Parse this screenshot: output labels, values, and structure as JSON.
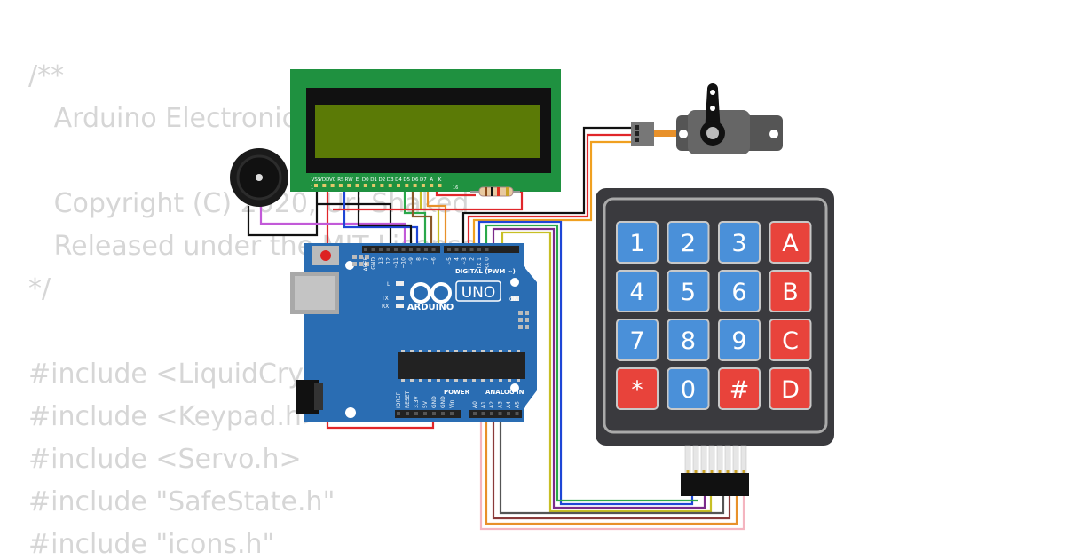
{
  "code": [
    {
      "text": "/**",
      "y": 0
    },
    {
      "text": "   Arduino Electronic Safe",
      "y": 1
    },
    {
      "text": "",
      "y": 2
    },
    {
      "text": "   Copyright (C) 2020, Uri Shaked",
      "y": 3
    },
    {
      "text": "   Released under the MIT License.",
      "y": 4
    },
    {
      "text": "*/",
      "y": 5
    },
    {
      "text": "",
      "y": 6
    },
    {
      "text": "#include <LiquidCrystal.h>",
      "y": 7
    },
    {
      "text": "#include <Keypad.h>",
      "y": 8
    },
    {
      "text": "#include <Servo.h>",
      "y": 9
    },
    {
      "text": "#include \"SafeState.h\"",
      "y": 10
    },
    {
      "text": "#include \"icons.h\"",
      "y": 11
    }
  ],
  "lcd": {
    "pins": [
      "VSS",
      "VDD",
      "V0",
      "RS",
      "RW",
      "E",
      "D0",
      "D1",
      "D2",
      "D3",
      "D4",
      "D5",
      "D6",
      "D7",
      "A",
      "K"
    ],
    "pin_first": "1",
    "pin_last": "16"
  },
  "arduino": {
    "brand": "ARDUINO",
    "model": "UNO",
    "digital_header": "DIGITAL (PWM ~)",
    "digital_pins": [
      "AREF",
      "GND",
      "13",
      "12",
      "~11",
      "~10",
      "~9",
      "8",
      "7",
      "~6",
      "~5",
      "4",
      "~3",
      "2",
      "TX 1",
      "RX 0"
    ],
    "power_header": "POWER",
    "analog_header": "ANALOG IN",
    "power_pins": [
      "IOREF",
      "RESET",
      "3.3V",
      "5V",
      "GND",
      "GND",
      "Vin"
    ],
    "analog_pins": [
      "A0",
      "A1",
      "A2",
      "A3",
      "A4",
      "A5"
    ],
    "led_labels": [
      "L",
      "TX",
      "RX"
    ],
    "on_label": "ON"
  },
  "keypad": {
    "keys": [
      {
        "label": "1",
        "kind": "digit"
      },
      {
        "label": "2",
        "kind": "digit"
      },
      {
        "label": "3",
        "kind": "digit"
      },
      {
        "label": "A",
        "kind": "letter"
      },
      {
        "label": "4",
        "kind": "digit"
      },
      {
        "label": "5",
        "kind": "digit"
      },
      {
        "label": "6",
        "kind": "digit"
      },
      {
        "label": "B",
        "kind": "letter"
      },
      {
        "label": "7",
        "kind": "digit"
      },
      {
        "label": "8",
        "kind": "digit"
      },
      {
        "label": "9",
        "kind": "digit"
      },
      {
        "label": "C",
        "kind": "letter"
      },
      {
        "label": "*",
        "kind": "special"
      },
      {
        "label": "0",
        "kind": "digit"
      },
      {
        "label": "#",
        "kind": "special"
      },
      {
        "label": "D",
        "kind": "letter"
      }
    ]
  },
  "colors": {
    "board": "#2a6db3",
    "lcd_pcb": "#1f9140",
    "lcd_screen": "#5b7a06",
    "key_blue": "#4a90d9",
    "key_red": "#e8433b",
    "keypad_body": "#3a3a3e",
    "code_text": "#d6d6d6"
  },
  "icons": {
    "buzzer": "buzzer-icon",
    "servo": "servo-icon",
    "resistor": "resistor-icon"
  }
}
